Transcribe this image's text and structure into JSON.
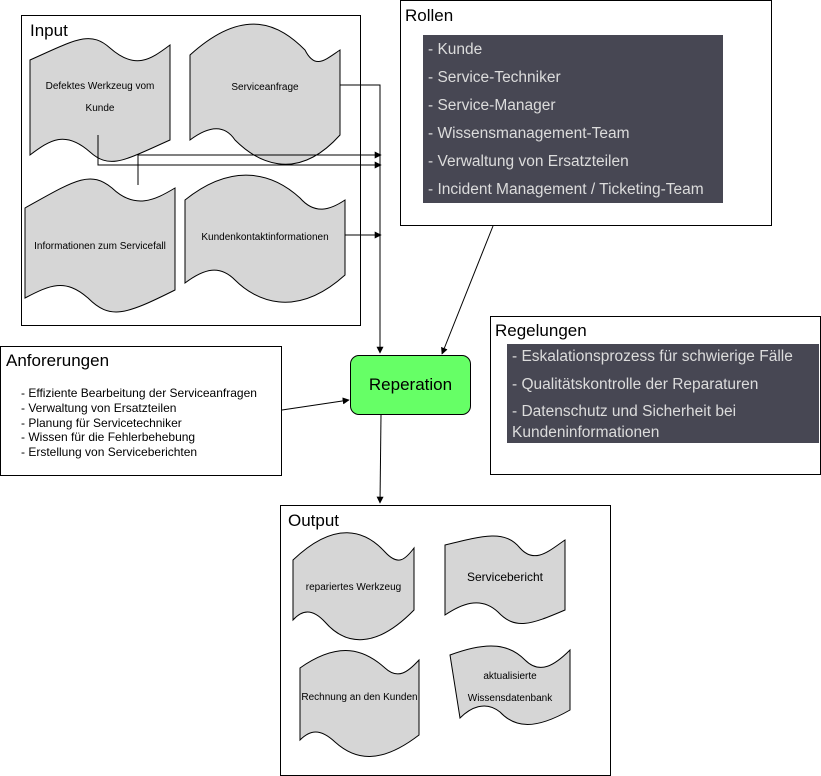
{
  "input": {
    "title": "Input",
    "defektes_line1": "Defektes Werkzeug vom",
    "defektes_line2": "Kunde",
    "serviceanfrage": "Serviceanfrage",
    "informationen": "Informationen zum Servicefall",
    "kundenkontakt": "Kundenkontaktinformationen"
  },
  "rollen": {
    "title": "Rollen",
    "items": [
      "- Kunde",
      "- Service-Techniker",
      "- Service-Manager",
      "- Wissensmanagement-Team",
      "- Verwaltung von Ersatzteilen",
      "- Incident Management / Ticketing-Team"
    ]
  },
  "regelungen": {
    "title": "Regelungen",
    "items": [
      "- Eskalationsprozess für schwierige Fälle",
      "- Qualitätskontrolle der Reparaturen",
      "- Datenschutz und Sicherheit bei",
      "Kundeninformationen"
    ]
  },
  "anforderungen": {
    "title": "Anforerungen",
    "items": [
      "- Effiziente Bearbeitung der Serviceanfragen",
      "- Verwaltung von Ersatzteilen",
      "- Planung für Servicetechniker",
      "- Wissen für die Fehlerbehebung",
      "- Erstellung von Serviceberichten"
    ]
  },
  "process": {
    "label": "Reperation"
  },
  "output": {
    "title": "Output",
    "repariert": "repariertes Werkzeug",
    "servicebericht": "Servicebericht",
    "rechnung": "Rechnung an den Kunden",
    "wissen_line1": "aktualisierte",
    "wissen_line2": "Wissensdatenbank"
  },
  "colors": {
    "process_fill": "#66ff66",
    "doc_fill": "#d6d6d6",
    "panel_fill": "#474753",
    "panel_text": "#dcdcdc"
  }
}
